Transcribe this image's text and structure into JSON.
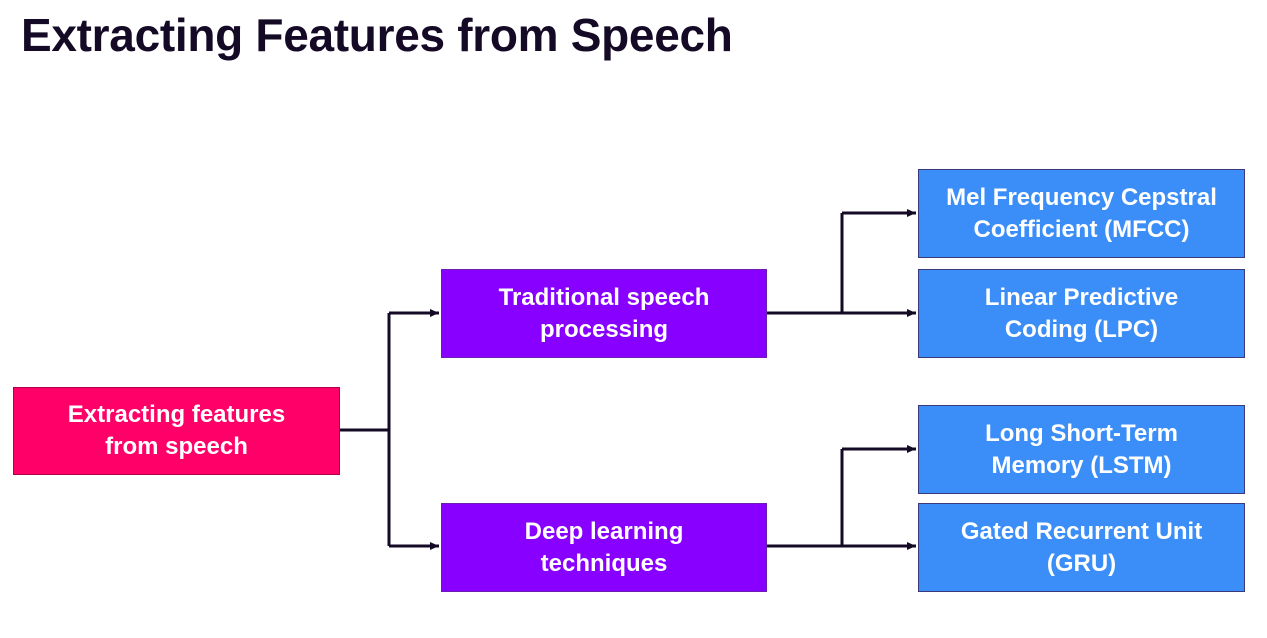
{
  "title": "Extracting Features from Speech",
  "colors": {
    "root": "#ff0069",
    "category": "#8800ff",
    "technique": "#3b8ef8",
    "connector": "#150a26",
    "title": "#150a26"
  },
  "diagram": {
    "root": {
      "label": "Extracting features from speech"
    },
    "categories": [
      {
        "label": "Traditional speech processing",
        "children": [
          {
            "label": "Mel Frequency Cepstral Coefficient (MFCC)"
          },
          {
            "label": "Linear Predictive Coding (LPC)"
          }
        ]
      },
      {
        "label": "Deep learning techniques",
        "children": [
          {
            "label": "Long Short-Term Memory (LSTM)"
          },
          {
            "label": "Gated Recurrent Unit (GRU)"
          }
        ]
      }
    ]
  }
}
